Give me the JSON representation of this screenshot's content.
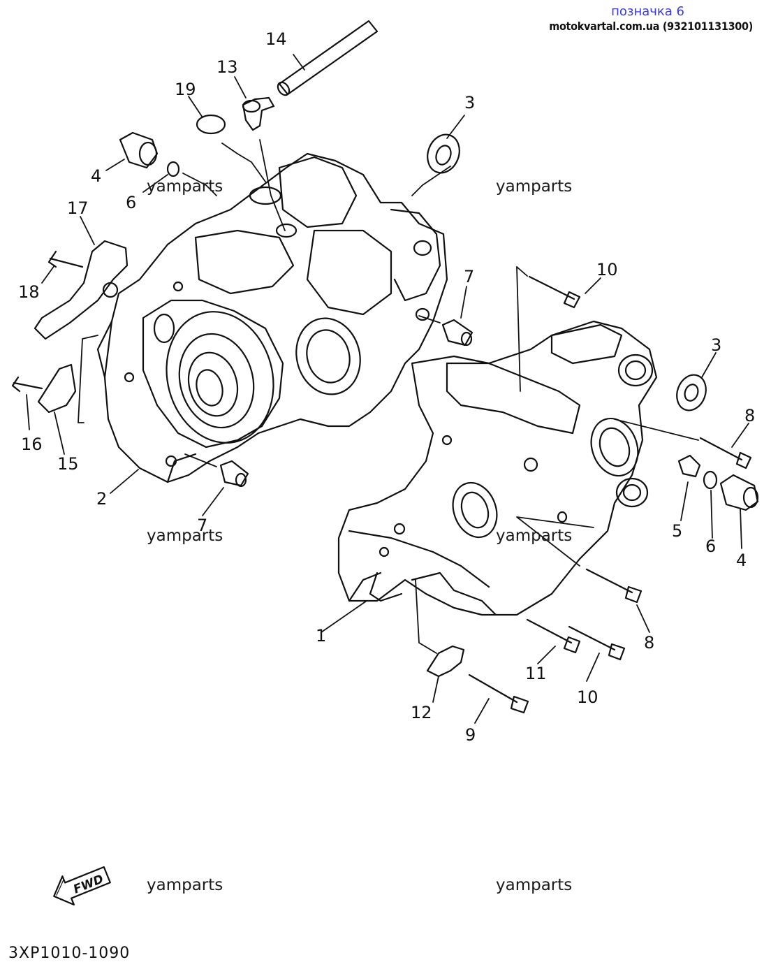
{
  "header": {
    "title": "позначка 6",
    "site": "motokvartal.com.ua (932101131300)"
  },
  "watermark": "yamparts",
  "diagram_code": "3XP1010-1090",
  "fwd_label": "FWD",
  "callouts": {
    "c1": "1",
    "c2": "2",
    "c3a": "3",
    "c3b": "3",
    "c4a": "4",
    "c4b": "4",
    "c5": "5",
    "c6a": "6",
    "c6b": "6",
    "c7a": "7",
    "c7b": "7",
    "c8a": "8",
    "c8b": "8",
    "c9": "9",
    "c10a": "10",
    "c10b": "10",
    "c11": "11",
    "c12": "12",
    "c13": "13",
    "c14": "14",
    "c15": "15",
    "c16": "16",
    "c17": "17",
    "c18": "18",
    "c19": "19"
  }
}
